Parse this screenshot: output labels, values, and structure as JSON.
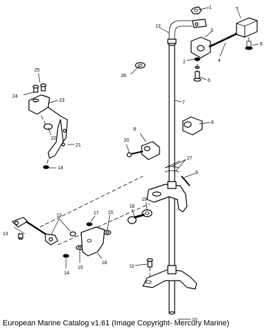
{
  "caption": "European Marine Catalog v1.61 (Image Copyright- Mercury Marine)",
  "callouts": [
    "1",
    "2",
    "3",
    "4",
    "5",
    "6",
    "6",
    "7",
    "8",
    "8",
    "9",
    "10",
    "11",
    "12",
    "13",
    "13",
    "14",
    "14",
    "15",
    "15",
    "16",
    "17",
    "18",
    "19",
    "20",
    "21",
    "22",
    "23",
    "24",
    "25",
    "26",
    "27"
  ]
}
